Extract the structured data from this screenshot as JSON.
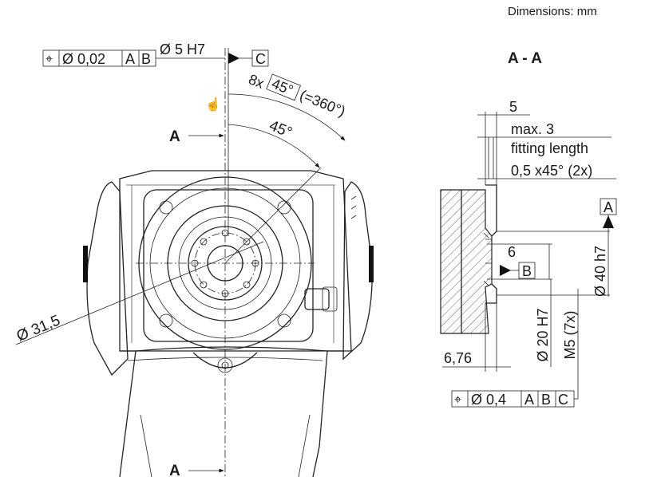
{
  "header": {
    "units_note": "Dimensions: mm"
  },
  "front_view": {
    "tolerance_frame_left": {
      "symbol": "⌖",
      "value": "Ø 0,02",
      "datum_a": "A",
      "datum_b": "B"
    },
    "pin_hole_dim": "Ø 5 H7",
    "datum_c": "C",
    "hole_pattern_prefix": "8x",
    "hole_pattern_angle": "45°",
    "hole_pattern_total": "(=360°)",
    "angle_label": "45°",
    "section_marker": "A",
    "bolt_circle_dim": "Ø 31,5"
  },
  "section_view": {
    "title": "A - A",
    "dim_5": "5",
    "max_3": "max. 3",
    "fitting_length": "fitting length",
    "chamfer": "0,5 x45° (2x)",
    "datum_a": "A",
    "dim_6": "6",
    "datum_b": "B",
    "shaft_dim": "Ø 40 h7",
    "bore_dim": "Ø 20 H7",
    "thread_dim": "M5 (7x)",
    "depth_dim": "6,76",
    "tolerance_frame": {
      "symbol": "⌖",
      "value": "Ø 0,4",
      "datum_a": "A",
      "datum_b": "B",
      "datum_c": "C"
    }
  }
}
